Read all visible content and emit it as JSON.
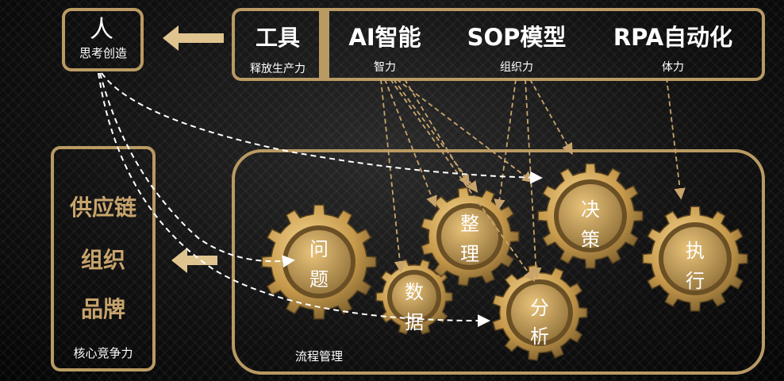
{
  "person": {
    "title": "人",
    "subtitle": "思考创造"
  },
  "tools": {
    "main_title": "工具",
    "main_subtitle": "释放生产力",
    "items": [
      {
        "title": "AI智能",
        "subtitle": "智力"
      },
      {
        "title": "SOP模型",
        "subtitle": "组织力"
      },
      {
        "title": "RPA自动化",
        "subtitle": "体力"
      }
    ]
  },
  "competitiveness": {
    "items": [
      "供应链",
      "组织",
      "品牌"
    ],
    "caption": "核心竞争力"
  },
  "process": {
    "caption": "流程管理",
    "gears": [
      {
        "id": "wenti",
        "chars": [
          "问",
          "题"
        ]
      },
      {
        "id": "shuju",
        "chars": [
          "数",
          "据"
        ]
      },
      {
        "id": "zhengli",
        "chars": [
          "整",
          "理"
        ]
      },
      {
        "id": "fenxi",
        "chars": [
          "分",
          "析"
        ]
      },
      {
        "id": "juece",
        "chars": [
          "决",
          "策"
        ]
      },
      {
        "id": "zhixing",
        "chars": [
          "执",
          "行"
        ]
      }
    ]
  },
  "colors": {
    "gold": "#b99a63",
    "gold_light": "#e6c07d",
    "gold_dark": "#6e5428",
    "accent_text": "#c8a46c"
  }
}
